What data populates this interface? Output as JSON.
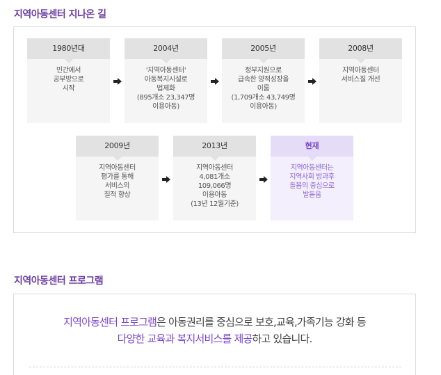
{
  "history": {
    "title": "지역아동센터 지나온 길",
    "steps": [
      {
        "year": "1980년대",
        "lines": [
          "민간에서",
          "공부방으로",
          "시작"
        ]
      },
      {
        "year": "2004년",
        "lines": [
          "'지역아동센터'",
          "아동복지시설로",
          "법제화",
          "(895개소 23,347명",
          "이용아동)"
        ]
      },
      {
        "year": "2005년",
        "lines": [
          "정부지원으로",
          "급속한 양적성장을",
          "이룸",
          "(1,709개소 43,749명",
          "이용아동)"
        ]
      },
      {
        "year": "2008년",
        "lines": [
          "지역아동센터",
          "서비스질 개선"
        ]
      },
      {
        "year": "2009년",
        "lines": [
          "지역아동센터",
          "평가를 통해",
          "서비스의",
          "질적 향상"
        ]
      },
      {
        "year": "2013년",
        "lines": [
          "지역아동센터",
          "4,081개소",
          "109,066명",
          "이용아동",
          "(13년 12월기준)"
        ]
      },
      {
        "year": "현재",
        "lines": [
          "지역아동센터는",
          "지역사회 방과후",
          "돌봄의 중심으로",
          "발돋움"
        ]
      }
    ]
  },
  "program": {
    "title": "지역아동센터 프로그램",
    "line1_hl": "지역아동센터 프로그램",
    "line1_rest": "은 아동권리를 중심으로 보호,교육,가족기능 강화 등",
    "line2_hl": "다양한 교육과 복지서비스를 제공",
    "line2_rest": "하고 있습니다."
  },
  "colors": {
    "accent": "#7a48c8",
    "title": "#6b3fa0",
    "current_bg": "#e5dcf7"
  }
}
